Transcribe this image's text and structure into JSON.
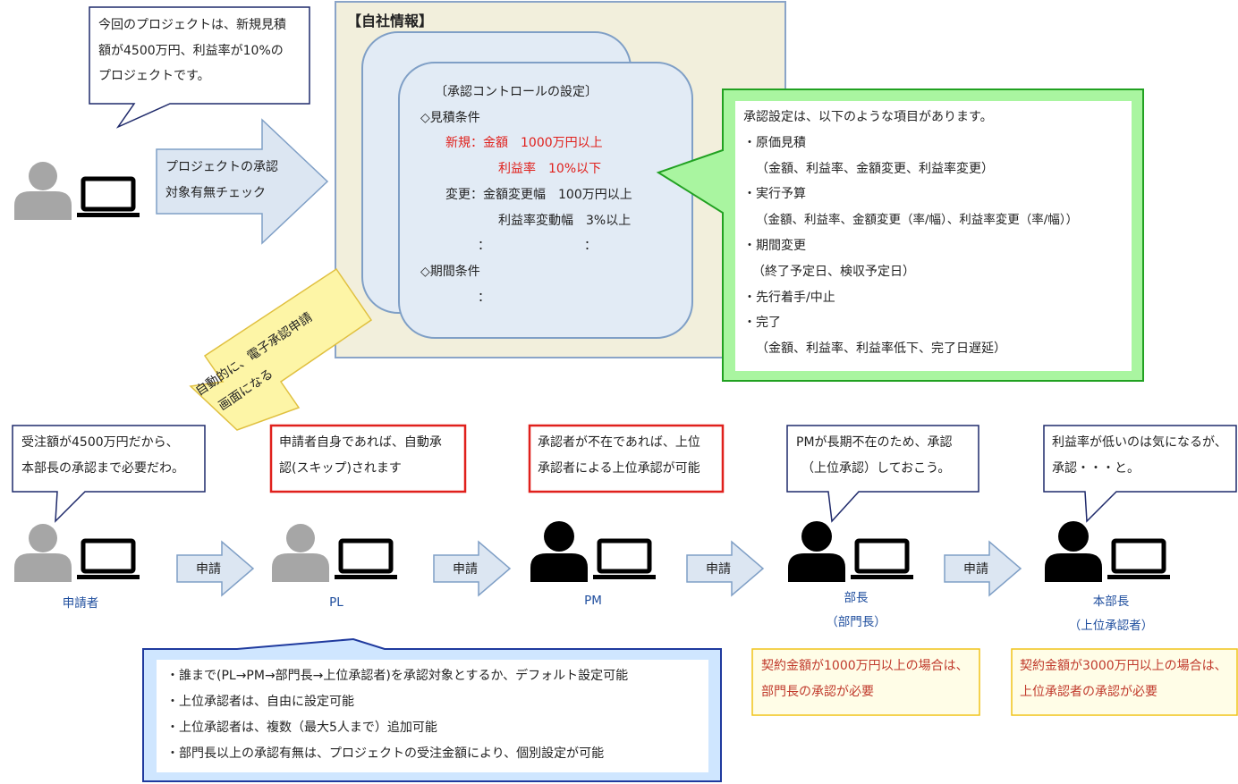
{
  "top_callout": [
    "今回のプロジェクトは、新規見積",
    "額が4500万円、利益率が10%の",
    "プロジェクトです。"
  ],
  "check_arrow": [
    "プロジェクトの承認",
    "対象有無チェック"
  ],
  "company_title": "【自社情報】",
  "approval_settings": {
    "title": "〔承認コントロールの設定〕",
    "estimate_heading": "◇見積条件",
    "new_line1": "新規：金額　1000万円以上",
    "new_line2": "利益率　10%以下",
    "change_line1": "変更：金額変更幅　100万円以上",
    "change_line2": "利益率変動幅　3%以上",
    "dots1": "：　　　　　　　　：",
    "period_heading": "◇期間条件",
    "dots2": "："
  },
  "settings_callout": [
    "承認設定は、以下のような項目があります。",
    "・原価見積",
    "（金額、利益率、金額変更、利益率変更）",
    "・実行予算",
    "（金額、利益率、金額変更（率/幅）、利益率変更（率/幅））",
    "・期間変更",
    "（終了予定日、検収予定日）",
    "・先行着手/中止",
    "・完了",
    "（金額、利益率、利益率低下、完了日遅延）"
  ],
  "auto_arrow": [
    "自動的に、電子承認申請",
    "画面になる"
  ],
  "speech": {
    "applicant": [
      "受注額が4500万円だから、",
      "本部長の承認まで必要だわ。"
    ],
    "pl": [
      "申請者自身であれば、自動承",
      "認(スキップ)されます"
    ],
    "pm": [
      "承認者が不在であれば、上位",
      "承認者による上位承認が可能"
    ],
    "dept": [
      "PMが長期不在のため、承認",
      "（上位承認）しておこう。"
    ],
    "hq": [
      "利益率が低いのは気になるが、",
      "承認・・・と。"
    ]
  },
  "apply_label": "申請",
  "people": {
    "applicant": "申請者",
    "pl": "PL",
    "pm": "PM",
    "dept": [
      "部長",
      "（部門長）"
    ],
    "hq": [
      "本部長",
      "（上位承認者）"
    ]
  },
  "notes": [
    "・誰まで(PL→PM→部門長→上位承認者)を承認対象とするか、デフォルト設定可能",
    "・上位承認者は、自由に設定可能",
    "・上位承認者は、複数（最大5人まで）追加可能",
    "・部門長以上の承認有無は、プロジェクトの受注金額により、個別設定が可能"
  ],
  "dept_condition": [
    "契約金額が1000万円以上の場合は、",
    "部門長の承認が必要"
  ],
  "hq_condition": [
    "契約金額が3000万円以上の場合は、",
    "上位承認者の承認が必要"
  ],
  "colors": {
    "navy": "#1f2a6b",
    "gray_person": "#a6a6a6",
    "arrow_fill": "#dce6f2",
    "arrow_stroke": "#7f9fc6",
    "beige": "#f2efdc",
    "red_box": "#e0201c",
    "green_box": "#21a121",
    "green_fill": "#a9f5a0",
    "yellow_arrow": "#fdf5a6",
    "note_yellow": "#fffde7",
    "note_border": "#f0c419"
  }
}
